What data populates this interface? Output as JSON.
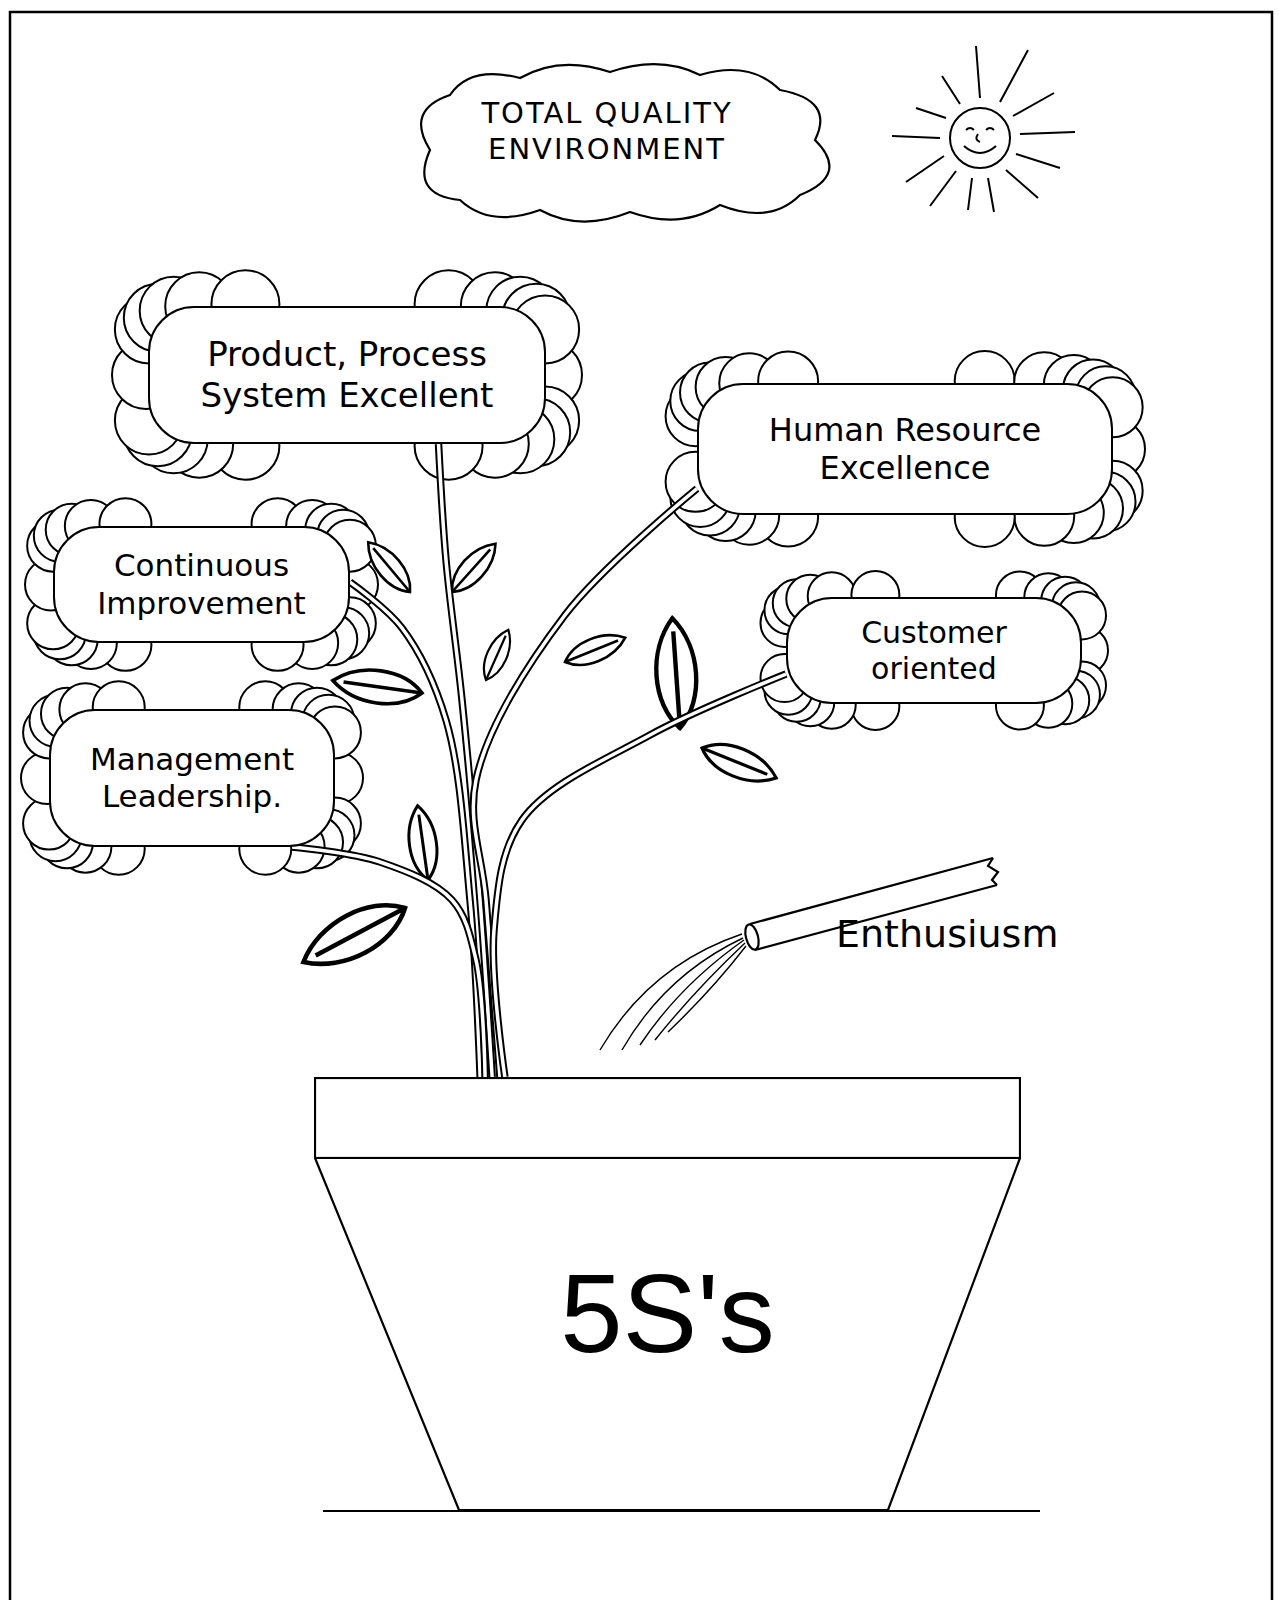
{
  "diagram": {
    "title": "TOTAL QUALITY ENVIRONMENT",
    "nodes": [
      {
        "text": [
          "Product, Process System Excellent"
        ]
      },
      {
        "text": [
          "Human Resource Excellence"
        ]
      },
      {
        "text": [
          "Continuous Improvement"
        ]
      },
      {
        "text": [
          "Customer oriented"
        ]
      },
      {
        "text": [
          "Management Leadership."
        ]
      },
      {
        "text": [
          "5S's"
        ]
      }
    ],
    "edges": [
      {
        "from": 5,
        "to": 0,
        "arrow": "none"
      },
      {
        "from": 5,
        "to": 1,
        "arrow": "none"
      },
      {
        "from": 5,
        "to": 2,
        "arrow": "none"
      },
      {
        "from": 5,
        "to": 3,
        "arrow": "none"
      },
      {
        "from": 5,
        "to": 4,
        "arrow": "none"
      }
    ],
    "labels": [
      "Enthusiusm"
    ]
  }
}
